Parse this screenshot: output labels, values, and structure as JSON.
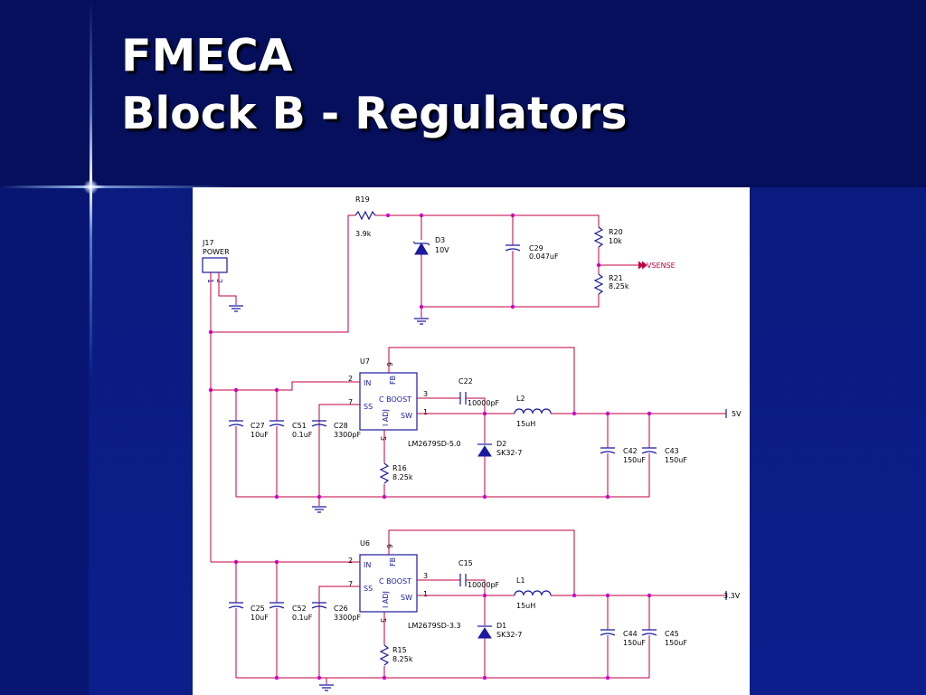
{
  "title": {
    "line1": "FMECA",
    "line2": "Block B - Regulators"
  },
  "schematic": {
    "j17": {
      "ref": "J17",
      "name": "POWER",
      "pin1": "1",
      "pin2": "2"
    },
    "r19": {
      "ref": "R19",
      "value": "3.9k"
    },
    "d3": {
      "ref": "D3",
      "value": "10V"
    },
    "c29": {
      "ref": "C29",
      "value": "0.047uF"
    },
    "r20": {
      "ref": "R20",
      "value": "10k"
    },
    "r21": {
      "ref": "R21",
      "value": "8.25k"
    },
    "vsense": "VSENSE",
    "u7": {
      "ref": "U7",
      "part": "LM2679SD-5.0",
      "pins": {
        "in": "IN",
        "ss": "SS",
        "fb": "FB",
        "cboost": "C BOOST",
        "sw": "SW",
        "iadj": "I ADJ",
        "n2": "2",
        "n7": "7",
        "n6": "6",
        "n3": "3",
        "n1": "1",
        "n5": "5"
      },
      "c22": {
        "ref": "C22",
        "value": "10000pF"
      },
      "l2": {
        "ref": "L2",
        "value": "15uH"
      },
      "d2": {
        "ref": "D2",
        "value": "SK32-7"
      },
      "r16": {
        "ref": "R16",
        "value": "8.25k"
      },
      "c27": {
        "ref": "C27",
        "value": "10uF"
      },
      "c51": {
        "ref": "C51",
        "value": "0.1uF"
      },
      "c28": {
        "ref": "C28",
        "value": "3300pF"
      },
      "c42": {
        "ref": "C42",
        "value": "150uF"
      },
      "c43": {
        "ref": "C43",
        "value": "150uF"
      },
      "out": "5V"
    },
    "u6": {
      "ref": "U6",
      "part": "LM2679SD-3.3",
      "pins": {
        "in": "IN",
        "ss": "SS",
        "fb": "FB",
        "cboost": "C BOOST",
        "sw": "SW",
        "iadj": "I ADJ",
        "n2": "2",
        "n7": "7",
        "n6": "6",
        "n3": "3",
        "n1": "1",
        "n5": "5"
      },
      "c15": {
        "ref": "C15",
        "value": "10000pF"
      },
      "l1": {
        "ref": "L1",
        "value": "15uH"
      },
      "d1": {
        "ref": "D1",
        "value": "SK32-7"
      },
      "r15": {
        "ref": "R15",
        "value": "8.25k"
      },
      "c25": {
        "ref": "C25",
        "value": "10uF"
      },
      "c52": {
        "ref": "C52",
        "value": "0.1uF"
      },
      "c26": {
        "ref": "C26",
        "value": "3300pF"
      },
      "c44": {
        "ref": "C44",
        "value": "150uF"
      },
      "c45": {
        "ref": "C45",
        "value": "150uF"
      },
      "out": "3.3V"
    }
  }
}
